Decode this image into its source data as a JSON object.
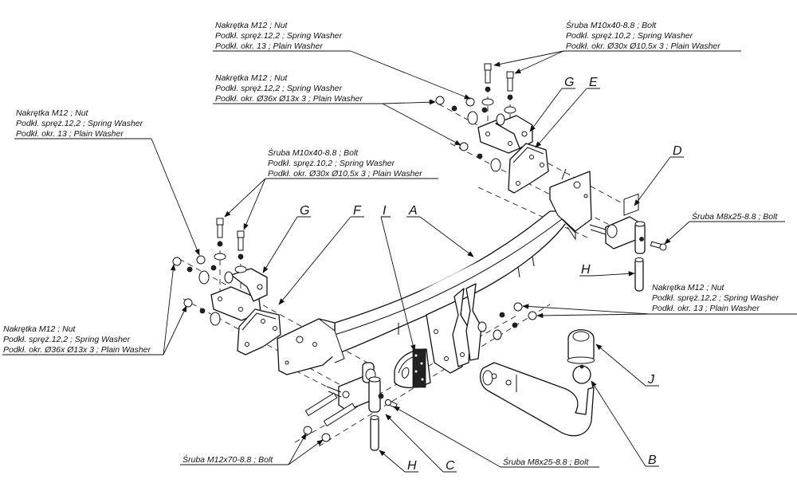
{
  "diagram": {
    "title": "Towbar exploded assembly drawing",
    "ink_color": "#111111",
    "background": "#ffffff",
    "callouts": {
      "top_center_nut": [
        "Nakrętka  M12 ; Nut",
        "Podkł. spręż.12,2 ; Spring Washer",
        "Podkł. okr. 13 ; Plain Washer"
      ],
      "top_right_bolt": [
        "Śruba M10x40-8.8 ;  Bolt",
        "Podkł. spręż.10,2 ; Spring Washer",
        "Podkł. okr.  Ø30x Ø10,5x 3 ; Plain Washer"
      ],
      "upper_center_nut": [
        "Nakrętka  M12 ; Nut",
        "Podkł. spręż.12,2 ; Spring Washer",
        "Podkł. okr.  Ø36x Ø13x 3 ; Plain Washer"
      ],
      "left_nut": [
        "Nakrętka  M12 ; Nut",
        "Podkł. spręż.12,2 ; Spring Washer",
        "Podkł. okr. 13 ; Plain Washer"
      ],
      "center_bolt": [
        "Śruba M10x40-8.8 ;  Bolt",
        "Podkł. spręż.10,2 ; Spring Washer",
        "Podkł. okr.  Ø30x Ø10,5x 3 ; Plain Washer"
      ],
      "bottom_left_nut": [
        "Nakrętka  M12 ; Nut",
        "Podkł. spręż.12,2 ; Spring Washer",
        "Podkł. okr.  Ø36x Ø13x 3 ; Plain Washer"
      ],
      "right_nut": [
        "Nakrętka  M12 ; Nut",
        "Podkł. spręż.12,2 ; Spring Washer",
        "Podkł. okr. 13 ; Plain Washer"
      ],
      "right_bolt_m8": [
        "Śruba M8x25-8.8 ;  Bolt"
      ],
      "bottom_bolt_m12": [
        "Śruba M12x70-8.8 ;  Bolt"
      ],
      "bottom_bolt_m8": [
        "Śruba M8x25-8.8 ;  Bolt"
      ]
    },
    "part_letters": {
      "A": "A",
      "B": "B",
      "C": "C",
      "D": "D",
      "E": "E",
      "F": "F",
      "G_top": "G",
      "G_left": "G",
      "H_right": "H",
      "H_bottom": "H",
      "I": "I",
      "J": "J"
    }
  }
}
